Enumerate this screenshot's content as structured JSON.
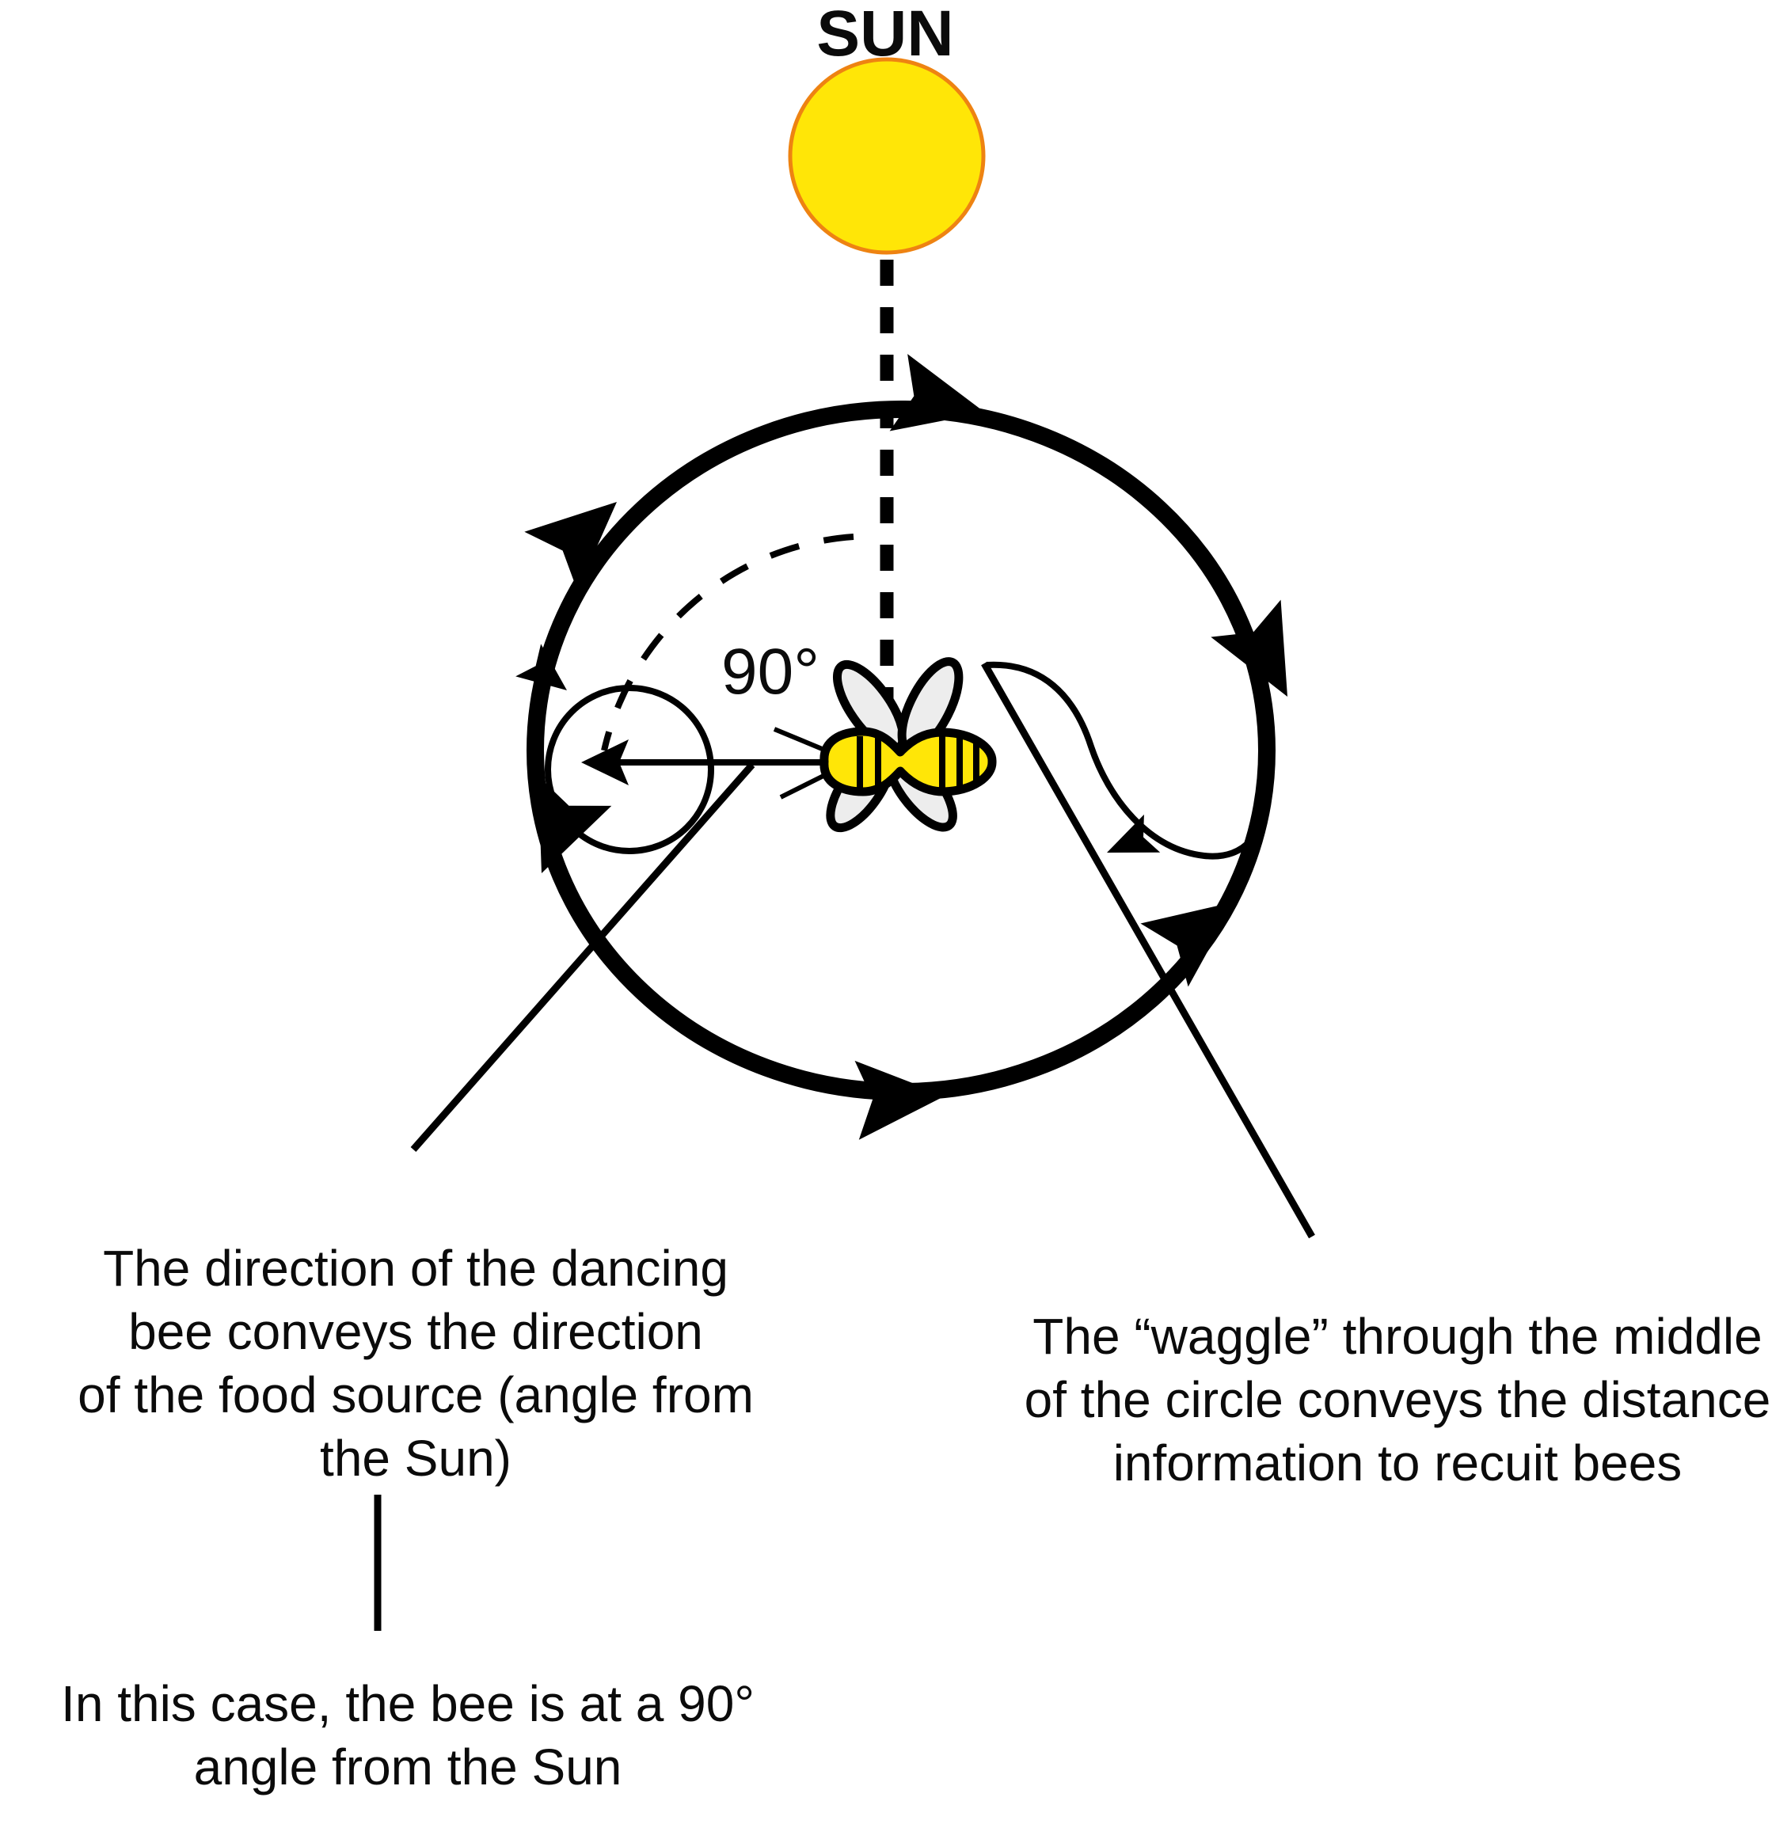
{
  "sun": {
    "label": "SUN"
  },
  "angle": {
    "label": "90°"
  },
  "annotations": {
    "direction": {
      "lines": [
        "The direction of the dancing",
        "bee conveys the direction",
        "of the food source (angle from",
        "the Sun)"
      ]
    },
    "waggle": {
      "lines": [
        "The “waggle” through the middle",
        "of the circle conveys the distance",
        "information to recuit bees"
      ]
    },
    "case_note": {
      "lines": [
        "In this case, the bee is at a 90°",
        "angle from the Sun"
      ]
    }
  },
  "colors": {
    "background": "#FFFFFF",
    "ink": "#000000",
    "sun_fill": "#FFE607",
    "sun_stroke": "#EE8312",
    "bee_body_fill": "#FFE607",
    "wing_fill": "#EDEDED"
  }
}
